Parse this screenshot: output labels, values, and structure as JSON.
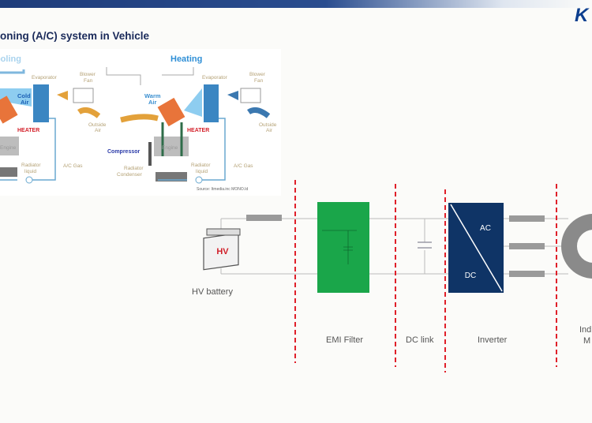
{
  "header": {
    "title": "oning (A/C) system in Vehicle",
    "logo_text": "K"
  },
  "ac_figure": {
    "cooling_label": "Cooling",
    "heating_label": "Heating",
    "evaporator": "Evaporator",
    "blower_fan_1": "Blower",
    "blower_fan_2": "Fan",
    "cold_air_1": "Cold",
    "cold_air_2": "Air",
    "warm_air_1": "Warm",
    "warm_air_2": "Air",
    "heater": "HEATER",
    "outside_air_1": "Outside",
    "outside_air_2": "Air",
    "engine": "Engine",
    "compressor": "Compressor",
    "radiator_liquid_1": "Radiator",
    "radiator_liquid_2": "liquid",
    "ac_gas": "A/C Gas",
    "radiator_condenser_1": "Radiator",
    "radiator_condenser_2": "Condenser",
    "source": "Source: Itmedia.inc MONO.Id"
  },
  "powertrain": {
    "battery_label": "HV battery",
    "battery_badge": "HV",
    "emi_filter": "EMI Filter",
    "dc_link": "DC link",
    "inverter": "Inverter",
    "inverter_ac": "AC",
    "inverter_dc": "DC",
    "motor_1": "Ind",
    "motor_2": "M"
  },
  "colors": {
    "emi": "#1aa64a",
    "inverter": "#0f3466",
    "divider": "#e0202a",
    "accent": "#1a2a5a"
  }
}
